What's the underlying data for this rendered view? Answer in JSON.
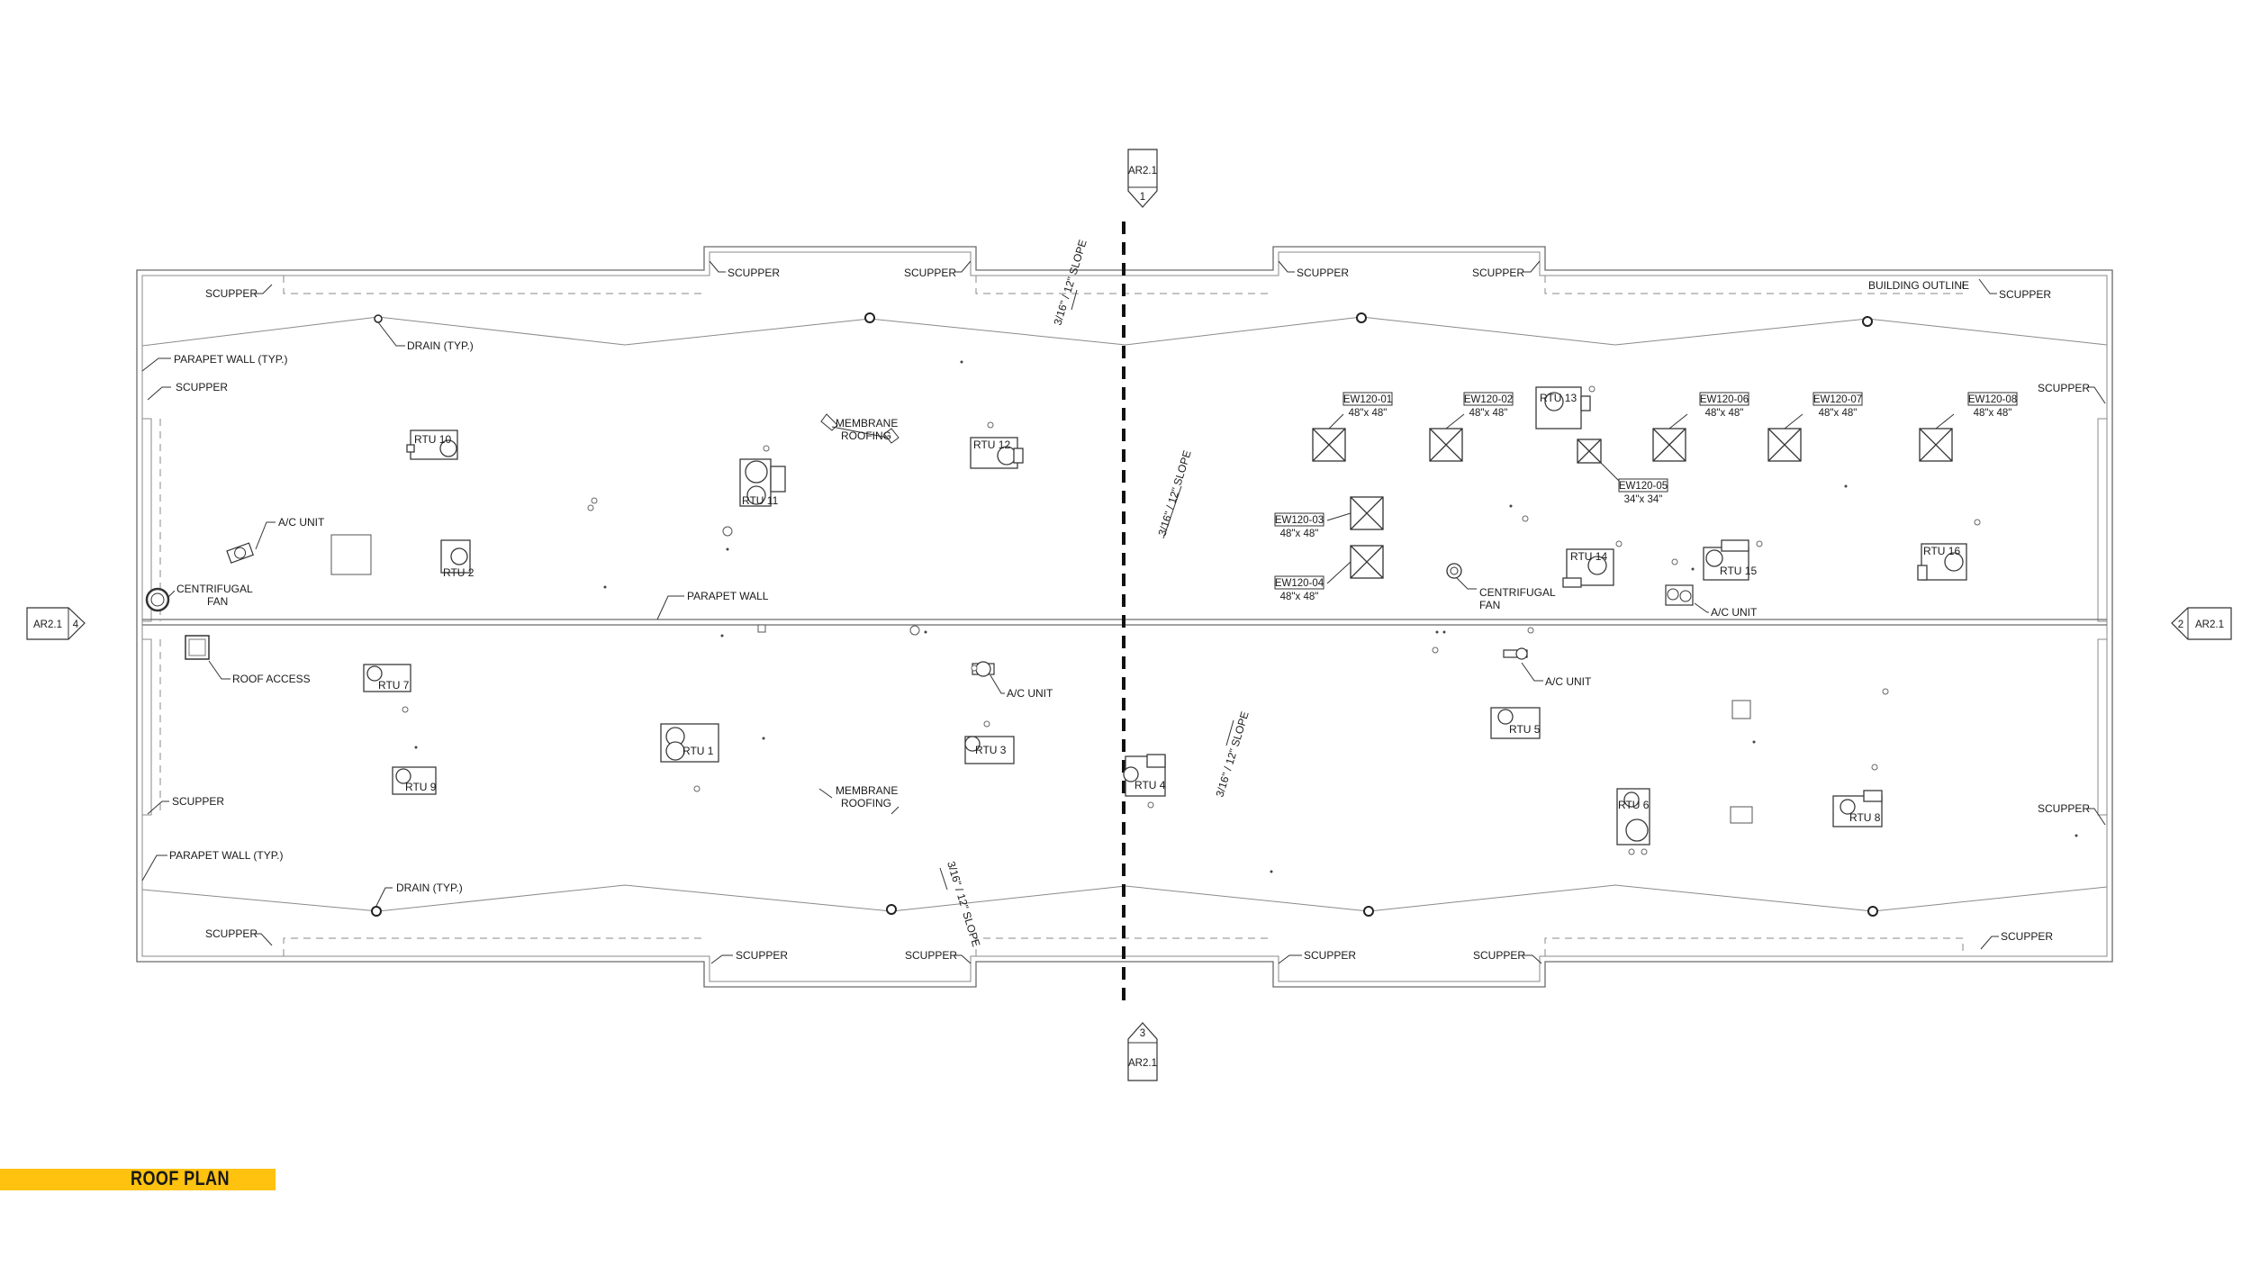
{
  "title": "ROOF PLAN",
  "colors": {
    "title_bar": "#ffc20e",
    "line": "#6b6b6b",
    "cut_line": "#111111"
  },
  "section_markers": {
    "top": {
      "sheet": "AR2.1",
      "number": "1"
    },
    "bottom": {
      "sheet": "AR2.1",
      "number": "3"
    },
    "left": {
      "sheet": "AR2.1",
      "number": "4"
    },
    "right": {
      "sheet": "AR2.1",
      "number": "2"
    }
  },
  "labels": {
    "scupper": "SCUPPER",
    "building_outline": "BUILDING OUTLINE",
    "parapet_wall_typ": "PARAPET WALL (TYP.)",
    "parapet_wall": "PARAPET WALL",
    "drain_typ": "DRAIN (TYP.)",
    "ac_unit": "A/C UNIT",
    "centrifugal": "CENTRIFUGAL",
    "fan": "FAN",
    "roof_access": "ROOF ACCESS",
    "membrane": "MEMBRANE",
    "roofing": "ROOFING",
    "slope": "3/16\" / 12\" SLOPE"
  },
  "rtu": [
    "RTU 1",
    "RTU 2",
    "RTU 3",
    "RTU 4",
    "RTU 5",
    "RTU 6",
    "RTU 7",
    "RTU 8",
    "RTU 9",
    "RTU 10",
    "RTU 11",
    "RTU 12",
    "RTU 13",
    "RTU 14",
    "RTU 15",
    "RTU 16"
  ],
  "exhaust": [
    {
      "tag": "EW120-01",
      "size": "48\"x 48\""
    },
    {
      "tag": "EW120-02",
      "size": "48\"x 48\""
    },
    {
      "tag": "EW120-03",
      "size": "48\"x 48\""
    },
    {
      "tag": "EW120-04",
      "size": "48\"x 48\""
    },
    {
      "tag": "EW120-05",
      "size": "34\"x 34\""
    },
    {
      "tag": "EW120-06",
      "size": "48\"x 48\""
    },
    {
      "tag": "EW120-07",
      "size": "48\"x 48\""
    },
    {
      "tag": "EW120-08",
      "size": "48\"x 48\""
    }
  ]
}
